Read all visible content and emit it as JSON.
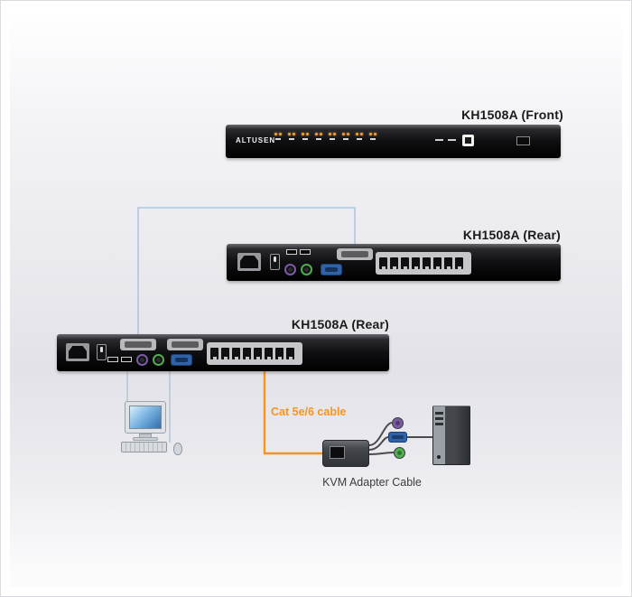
{
  "labels": {
    "front_unit": "KH1508A (Front)",
    "rear_unit_1": "KH1508A (Rear)",
    "rear_unit_2": "KH1508A (Rear)",
    "cat_cable": "Cat 5e/6 cable",
    "kvm_adapter": "KVM Adapter Cable"
  },
  "front_panel": {
    "brand": "ALTUSEN",
    "port_led_groups": 8
  },
  "rear_panel": {
    "kvm_rj45_ports": 8
  },
  "colors": {
    "cat_cable_orange": "#f7941d",
    "daisy_chain_blue": "#a9c9e6",
    "console_wire_gray": "#b7c5d3",
    "label_text": "#1a1a1a",
    "ps2_keyboard_purple": "#7b5aa6",
    "ps2_mouse_green": "#4fae4f",
    "vga_blue": "#2f62a8",
    "led_amber": "#f2a13a",
    "adapter_label_text": "#3c3c3c"
  }
}
